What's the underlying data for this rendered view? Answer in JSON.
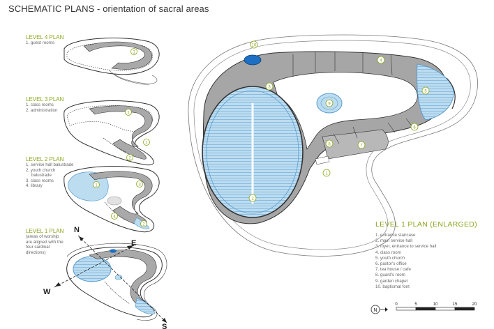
{
  "title": "SCHEMATIC PLANS - orientation of sacral areas",
  "levels": {
    "level4": {
      "heading": "LEVEL 4 PLAN",
      "items": [
        "1. guest rooms"
      ]
    },
    "level3": {
      "heading": "LEVEL 3 PLAN",
      "items": [
        "1. class rooms",
        "2. administration"
      ]
    },
    "level2": {
      "heading": "LEVEL 2 PLAN",
      "items": [
        "1. service hall balustrade",
        "2. youth church",
        "balustrade",
        "3. class rooms",
        "4. library"
      ]
    },
    "level1": {
      "heading": "LEVEL 1 PLAN",
      "items": [
        "(areas of worship",
        "are aligned with the",
        "four cardinal",
        "directions)"
      ]
    }
  },
  "enlarged": {
    "heading": "LEVEL 1 PLAN (ENLARGED)",
    "legend": [
      "1.   entrance staircase",
      "2.   main service hall",
      "3.   foyer, entrance to service hall",
      "4.   class room",
      "5.   youth church",
      "6.   pastor's office",
      "7.   tea house / cafe",
      "8.   guard's room",
      "9.   garden chapel",
      "10. baptismal font"
    ]
  },
  "markers": [
    "1",
    "2",
    "3",
    "4",
    "5",
    "6",
    "7",
    "8",
    "9",
    "10"
  ],
  "compass": {
    "north": "N",
    "east": "E",
    "south": "S",
    "west": "W"
  },
  "north_arrow": "N",
  "scale": {
    "ticks": [
      "0",
      "5",
      "10",
      "15",
      "20"
    ]
  },
  "colors": {
    "accent": "#8aa61e",
    "water": "#bcdcf0",
    "water_stroke": "#5a9ccf",
    "wall": "#9e9e9e",
    "dark": "#222222",
    "blue_dark": "#1c6fc2"
  }
}
